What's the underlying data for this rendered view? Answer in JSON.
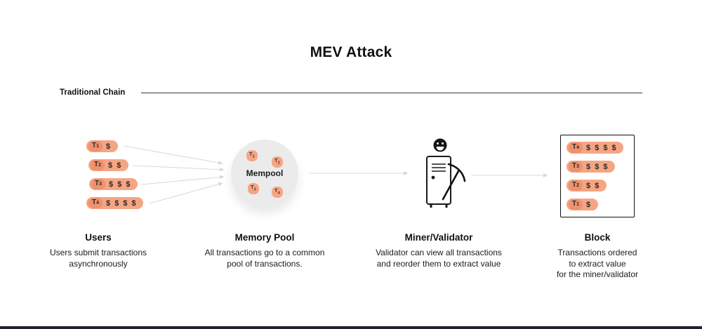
{
  "title": "MEV Attack",
  "section": {
    "label": "Traditional Chain"
  },
  "users": {
    "heading": "Users",
    "description": "Users submit transactions\nasynchronously",
    "transactions": [
      {
        "t": "T",
        "n": "1",
        "value": "$"
      },
      {
        "t": "T",
        "n": "2",
        "value": "$ $"
      },
      {
        "t": "T",
        "n": "3",
        "value": "$ $ $"
      },
      {
        "t": "T",
        "n": "4",
        "value": "$ $ $ $"
      }
    ]
  },
  "mempool": {
    "heading": "Memory Pool",
    "description": "All transactions go to a common\npool of transactions.",
    "label": "Mempool",
    "mini_transactions": [
      {
        "t": "T",
        "n": "1"
      },
      {
        "t": "T",
        "n": "2"
      },
      {
        "t": "T",
        "n": "3"
      },
      {
        "t": "T",
        "n": "4"
      }
    ]
  },
  "miner": {
    "heading": "Miner/Validator",
    "description": "Validator can view all transactions\nand reorder them to extract value"
  },
  "block": {
    "heading": "Block",
    "description": "Transactions ordered\nto extract value\nfor the miner/validator",
    "transactions": [
      {
        "t": "T",
        "n": "4",
        "value": "$ $ $ $"
      },
      {
        "t": "T",
        "n": "3",
        "value": "$ $ $"
      },
      {
        "t": "T",
        "n": "2",
        "value": "$ $"
      },
      {
        "t": "T",
        "n": "1",
        "value": "$"
      }
    ]
  },
  "colors": {
    "pill": "#f6a583",
    "pill_badge": "#ef916e",
    "arrow": "#d9d9d9",
    "mempool": "#ebebec",
    "line": "#3a3a3a",
    "bottom_bar": "#21222b"
  }
}
